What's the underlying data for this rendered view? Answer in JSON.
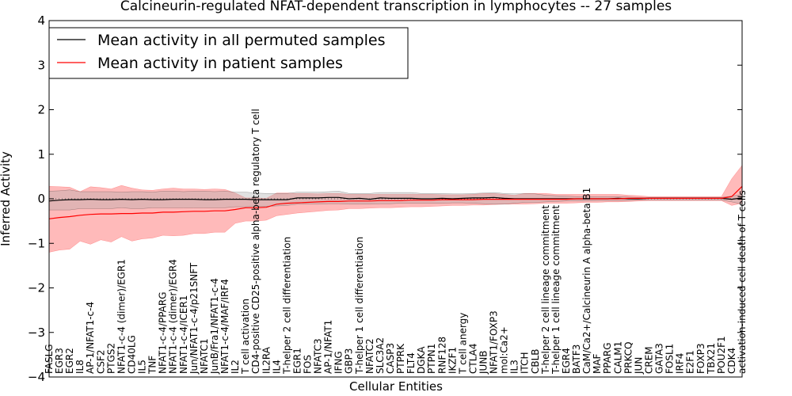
{
  "chart_data": {
    "type": "line",
    "title": "Calcineurin-regulated NFAT-dependent transcription in lymphocytes -- 27 samples",
    "xlabel": "Cellular Entities",
    "ylabel": "Inferred Activity",
    "ylim": [
      -4,
      4
    ],
    "yticks": [
      -4,
      -3,
      -2,
      -1,
      0,
      1,
      2,
      3,
      4
    ],
    "grid": false,
    "legend_position": "top-left",
    "categories": [
      "FASLG",
      "EGR3",
      "EGR2",
      "IL8",
      "AP-1/NFAT1-c-4",
      "CSF2",
      "PTGS2",
      "NFAT1-c-4 (dimer)/EGR1",
      "CD40LG",
      "IL5",
      "TNF",
      "NFAT1-c-4/PPARG",
      "NFAT1-c-4 (dimer)/EGR4",
      "NFAT1-c-4/ICER1",
      "Jun/NFAT1-c-4/p21SNFT",
      "NFATC1",
      "JunB/Fra1/NFAT1-c-4",
      "NFAT1-c-4/MAF/IRF4",
      "IL2",
      "T cell activation",
      "CD4-positive CD25-positive alpha-beta regulatory T cell",
      "IL2RA",
      "IL4",
      "T-helper 2 cell differentiation",
      "EGR1",
      "FOS",
      "NFATC3",
      "AP-1/NFAT1",
      "IFNG",
      "GBP3",
      "T-helper 1 cell differentiation",
      "NFATC2",
      "SLC3A2",
      "CASP3",
      "PTPRK",
      "FLT4",
      "DGKA",
      "PTPN1",
      "RNF128",
      "IKZF1",
      "T cell anergy",
      "CTLA4",
      "JUNB",
      "NFAT1/FOXP3",
      "mol:Ca2+",
      "IL3",
      "ITCH",
      "CBLB",
      "T-helper 2 cell lineage commitment",
      "T-helper 1 cell lineage commitment",
      "EGR4",
      "BATF3",
      "CaM/Ca2+/Calcineurin A alpha-beta B1",
      "MAF",
      "PPARG",
      "CALM1",
      "PRKCQ",
      "JUN",
      "CREM",
      "GATA3",
      "FOSL1",
      "IRF4",
      "E2F1",
      "FOXP3",
      "TBX21",
      "POU2F1",
      "CDK4",
      "activation-induced cell death of T cells"
    ],
    "series": [
      {
        "name": "Mean activity in all permuted samples",
        "color": "#000000",
        "values": [
          -0.05,
          -0.03,
          -0.02,
          -0.02,
          -0.01,
          -0.02,
          -0.02,
          -0.01,
          -0.02,
          -0.01,
          -0.02,
          -0.02,
          -0.01,
          -0.01,
          -0.01,
          -0.02,
          -0.02,
          -0.01,
          -0.01,
          -0.01,
          -0.02,
          -0.02,
          -0.02,
          -0.02,
          0.02,
          0.02,
          0.02,
          0.03,
          0.03,
          0.0,
          0.01,
          -0.01,
          0.02,
          0.01,
          0.01,
          0.01,
          0.0,
          0.0,
          0.01,
          0.0,
          0.01,
          0.02,
          0.02,
          0.03,
          0.01,
          0.0,
          0.0,
          0.0,
          0.0,
          0.0,
          0.0,
          0.0,
          0.0,
          0.0,
          0.0,
          0.01,
          0.0,
          0.0,
          0.01,
          0.01,
          0.01,
          0.01,
          0.01,
          0.01,
          0.01,
          0.01,
          -0.01,
          0.02
        ],
        "upper": [
          0.17,
          0.18,
          0.2,
          0.16,
          0.16,
          0.16,
          0.16,
          0.15,
          0.16,
          0.16,
          0.15,
          0.17,
          0.17,
          0.16,
          0.17,
          0.17,
          0.16,
          0.17,
          0.15,
          0.15,
          0.13,
          0.12,
          0.12,
          0.12,
          0.15,
          0.15,
          0.15,
          0.16,
          0.17,
          0.12,
          0.12,
          0.12,
          0.14,
          0.14,
          0.14,
          0.14,
          0.12,
          0.12,
          0.12,
          0.11,
          0.11,
          0.12,
          0.13,
          0.14,
          0.12,
          0.11,
          0.12,
          0.11,
          0.08,
          0.07,
          0.06,
          0.05,
          0.05,
          0.05,
          0.05,
          0.05,
          0.04,
          0.03,
          0.03,
          0.03,
          0.03,
          0.03,
          0.03,
          0.03,
          0.03,
          0.03,
          0.06,
          0.1
        ],
        "lower": [
          -0.25,
          -0.25,
          -0.25,
          -0.22,
          -0.22,
          -0.22,
          -0.22,
          -0.2,
          -0.22,
          -0.22,
          -0.2,
          -0.2,
          -0.2,
          -0.2,
          -0.2,
          -0.2,
          -0.2,
          -0.2,
          -0.18,
          -0.18,
          -0.17,
          -0.17,
          -0.16,
          -0.15,
          -0.12,
          -0.12,
          -0.12,
          -0.11,
          -0.11,
          -0.12,
          -0.12,
          -0.12,
          -0.11,
          -0.11,
          -0.1,
          -0.1,
          -0.1,
          -0.1,
          -0.1,
          -0.09,
          -0.09,
          -0.1,
          -0.11,
          -0.12,
          -0.12,
          -0.1,
          -0.08,
          -0.08,
          -0.07,
          -0.06,
          -0.05,
          -0.05,
          -0.05,
          -0.04,
          -0.04,
          -0.04,
          -0.04,
          -0.03,
          -0.03,
          -0.03,
          -0.03,
          -0.03,
          -0.03,
          -0.03,
          -0.03,
          -0.03,
          -0.07,
          -0.12
        ]
      },
      {
        "name": "Mean activity in patient samples",
        "color": "#ff0000",
        "values": [
          -0.45,
          -0.42,
          -0.4,
          -0.37,
          -0.35,
          -0.34,
          -0.34,
          -0.33,
          -0.33,
          -0.32,
          -0.32,
          -0.3,
          -0.3,
          -0.29,
          -0.28,
          -0.28,
          -0.27,
          -0.27,
          -0.24,
          -0.2,
          -0.2,
          -0.19,
          -0.12,
          -0.1,
          -0.09,
          -0.08,
          -0.07,
          -0.06,
          -0.06,
          -0.05,
          -0.05,
          -0.05,
          -0.04,
          -0.04,
          -0.04,
          -0.03,
          -0.03,
          -0.03,
          -0.02,
          -0.02,
          -0.02,
          -0.02,
          -0.01,
          -0.01,
          -0.01,
          -0.01,
          -0.01,
          -0.01,
          -0.01,
          -0.01,
          -0.01,
          0.0,
          0.0,
          0.0,
          0.0,
          0.0,
          0.01,
          0.01,
          0.01,
          0.01,
          0.01,
          0.01,
          0.01,
          0.01,
          0.01,
          0.01,
          0.05,
          0.28
        ],
        "upper": [
          0.28,
          0.27,
          0.26,
          0.16,
          0.27,
          0.25,
          0.22,
          0.3,
          0.24,
          0.2,
          0.19,
          0.22,
          0.24,
          0.22,
          0.22,
          0.21,
          0.22,
          0.21,
          0.13,
          0.02,
          0.02,
          0.01,
          0.13,
          0.13,
          0.12,
          0.12,
          0.11,
          0.12,
          0.12,
          0.1,
          0.1,
          0.1,
          0.1,
          0.1,
          0.1,
          0.1,
          0.1,
          0.1,
          0.09,
          0.09,
          0.09,
          0.1,
          0.12,
          0.12,
          0.1,
          0.08,
          0.12,
          0.12,
          0.12,
          0.1,
          0.1,
          0.1,
          0.1,
          0.1,
          0.1,
          0.1,
          0.08,
          0.07,
          0.05,
          0.05,
          0.05,
          0.05,
          0.05,
          0.05,
          0.05,
          0.05,
          0.45,
          0.75
        ],
        "lower": [
          -1.2,
          -1.15,
          -1.13,
          -0.95,
          -1.02,
          -0.92,
          -0.97,
          -0.85,
          -0.95,
          -0.9,
          -0.88,
          -0.82,
          -0.83,
          -0.82,
          -0.78,
          -0.78,
          -0.75,
          -0.75,
          -0.55,
          -0.5,
          -0.5,
          -0.48,
          -0.38,
          -0.35,
          -0.32,
          -0.3,
          -0.28,
          -0.26,
          -0.25,
          -0.22,
          -0.22,
          -0.21,
          -0.2,
          -0.2,
          -0.19,
          -0.18,
          -0.18,
          -0.17,
          -0.16,
          -0.15,
          -0.15,
          -0.14,
          -0.14,
          -0.13,
          -0.12,
          -0.12,
          -0.12,
          -0.11,
          -0.1,
          -0.1,
          -0.1,
          -0.09,
          -0.08,
          -0.08,
          -0.07,
          -0.07,
          -0.06,
          -0.05,
          -0.04,
          -0.04,
          -0.04,
          -0.04,
          -0.04,
          -0.04,
          -0.04,
          -0.04,
          -0.15,
          -0.1
        ]
      }
    ]
  }
}
